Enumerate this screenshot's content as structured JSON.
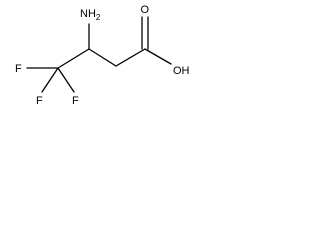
{
  "molecule": {
    "atoms": {
      "amine": "NH",
      "amine_subscript": "2",
      "carbonyl_oxygen": "O",
      "hydroxyl": "OH",
      "fluorine_1": "F",
      "fluorine_2": "F",
      "fluorine_3": "F"
    }
  }
}
